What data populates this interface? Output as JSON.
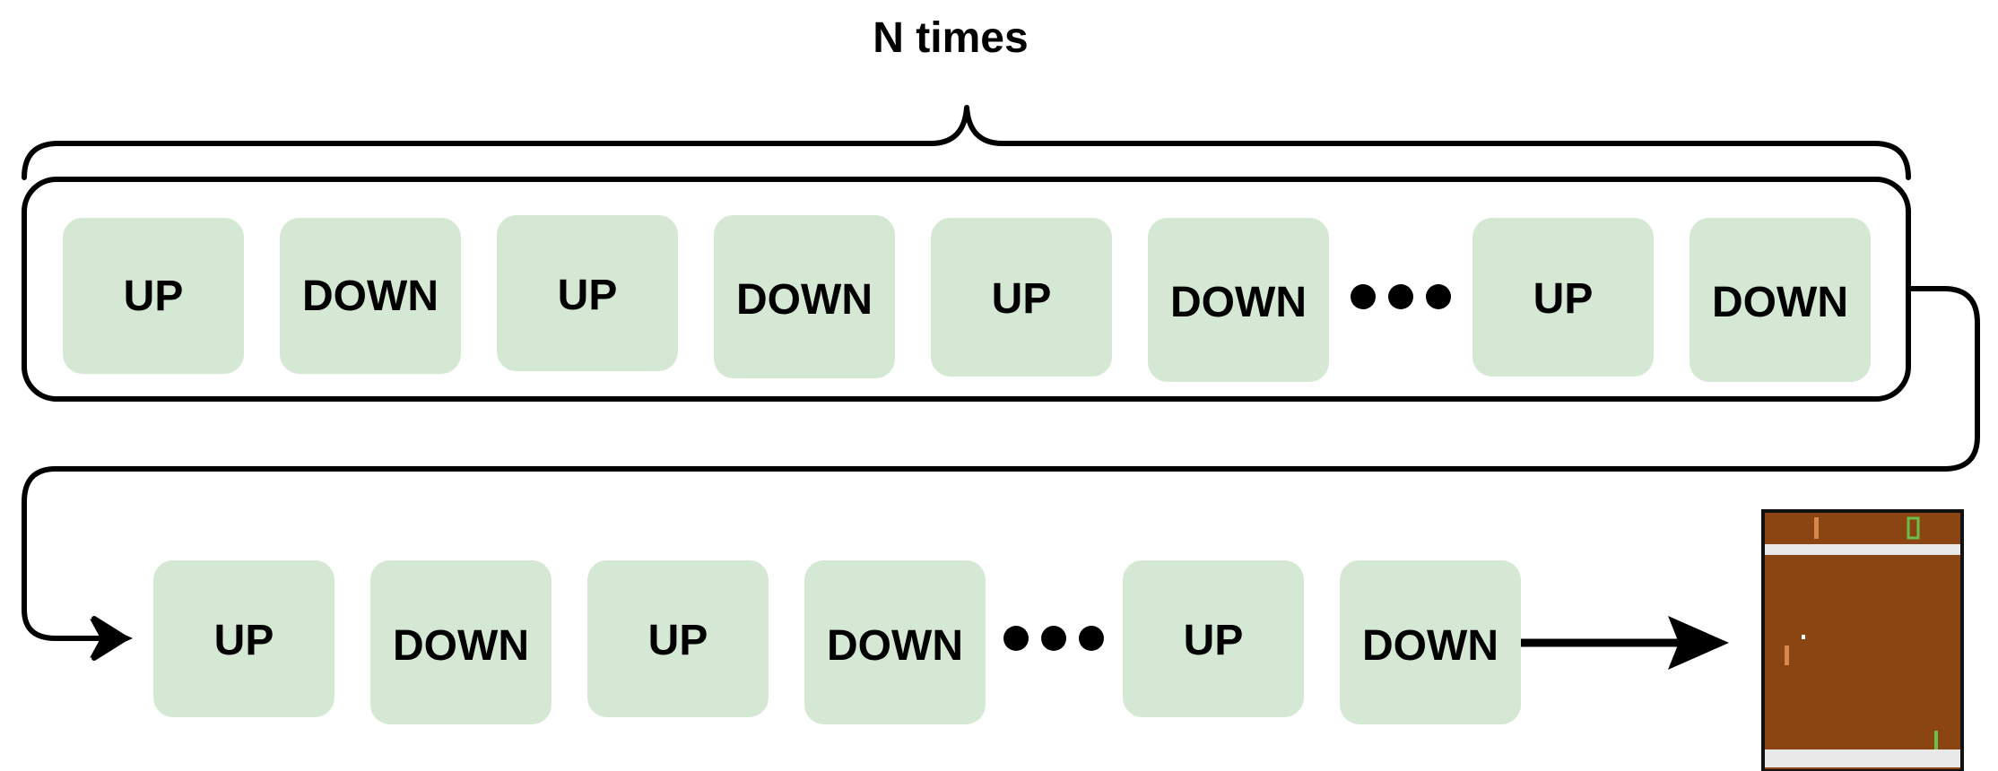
{
  "title": "N times",
  "top_row": {
    "first_actions": [
      "UP",
      "DOWN",
      "UP",
      "DOWN",
      "UP",
      "DOWN"
    ],
    "last_actions": [
      "UP",
      "DOWN"
    ]
  },
  "bottom_row": {
    "first_actions": [
      "UP",
      "DOWN",
      "UP",
      "DOWN"
    ],
    "last_actions": [
      "UP",
      "DOWN"
    ]
  },
  "colors": {
    "action_box": "#d5e8d4",
    "line": "#000000",
    "game_background": "#8b4513",
    "game_bar": "#e8e8e8",
    "paddle_orange": "#d9874a",
    "paddle_green": "#6abf4b"
  },
  "game_screen_icon": "pong-game-screen"
}
